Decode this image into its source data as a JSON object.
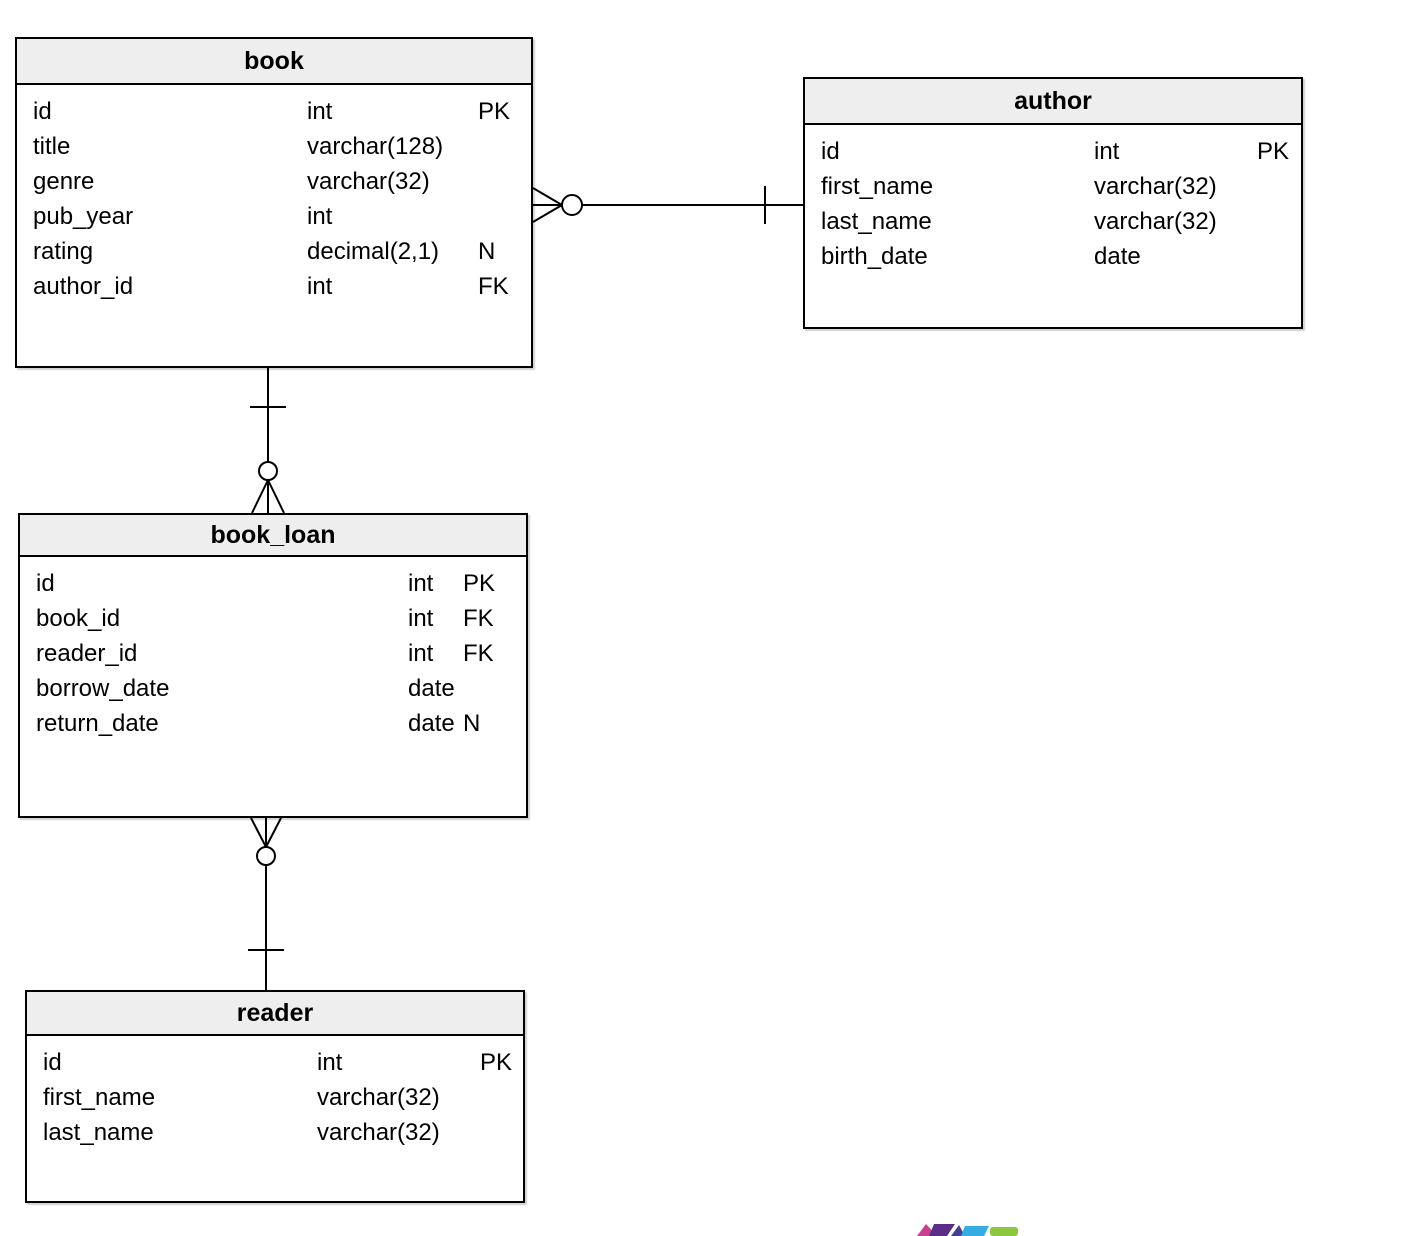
{
  "diagram": {
    "type": "entity-relationship",
    "notation": "crow-foot",
    "background": "#ffffff",
    "table_border_color": "#000000",
    "table_header_fill": "#eeeeee",
    "line_color": "#000000"
  },
  "tables": [
    {
      "title": "book",
      "fields": [
        {
          "name": "id",
          "type": "int",
          "attr": "PK"
        },
        {
          "name": "title",
          "type": "varchar(128)",
          "attr": ""
        },
        {
          "name": "genre",
          "type": "varchar(32)",
          "attr": ""
        },
        {
          "name": "pub_year",
          "type": "int",
          "attr": ""
        },
        {
          "name": "rating",
          "type": "decimal(2,1)",
          "attr": "N"
        },
        {
          "name": "author_id",
          "type": "int",
          "attr": "FK"
        }
      ]
    },
    {
      "title": "author",
      "fields": [
        {
          "name": "id",
          "type": "int",
          "attr": "PK"
        },
        {
          "name": "first_name",
          "type": "varchar(32)",
          "attr": ""
        },
        {
          "name": "last_name",
          "type": "varchar(32)",
          "attr": ""
        },
        {
          "name": "birth_date",
          "type": "date",
          "attr": ""
        }
      ]
    },
    {
      "title": "book_loan",
      "fields": [
        {
          "name": "id",
          "type": "int",
          "attr": "PK"
        },
        {
          "name": "book_id",
          "type": "int",
          "attr": "FK"
        },
        {
          "name": "reader_id",
          "type": "int",
          "attr": "FK"
        },
        {
          "name": "borrow_date",
          "type": "date",
          "attr": ""
        },
        {
          "name": "return_date",
          "type": "date",
          "attr": "N"
        }
      ]
    },
    {
      "title": "reader",
      "fields": [
        {
          "name": "id",
          "type": "int",
          "attr": "PK"
        },
        {
          "name": "first_name",
          "type": "varchar(32)",
          "attr": ""
        },
        {
          "name": "last_name",
          "type": "varchar(32)",
          "attr": ""
        }
      ]
    }
  ],
  "relationships": [
    {
      "from": "book",
      "to": "author",
      "from_cardinality": "zero-or-many",
      "to_cardinality": "one"
    },
    {
      "from": "book_loan",
      "to": "book",
      "from_cardinality": "zero-or-many",
      "to_cardinality": "one"
    },
    {
      "from": "book_loan",
      "to": "reader",
      "from_cardinality": "zero-or-many",
      "to_cardinality": "one"
    }
  ],
  "watermark": {
    "colors": [
      "#c9408f",
      "#5b2d86",
      "#463e90",
      "#35ade2",
      "#8dc63f"
    ]
  }
}
